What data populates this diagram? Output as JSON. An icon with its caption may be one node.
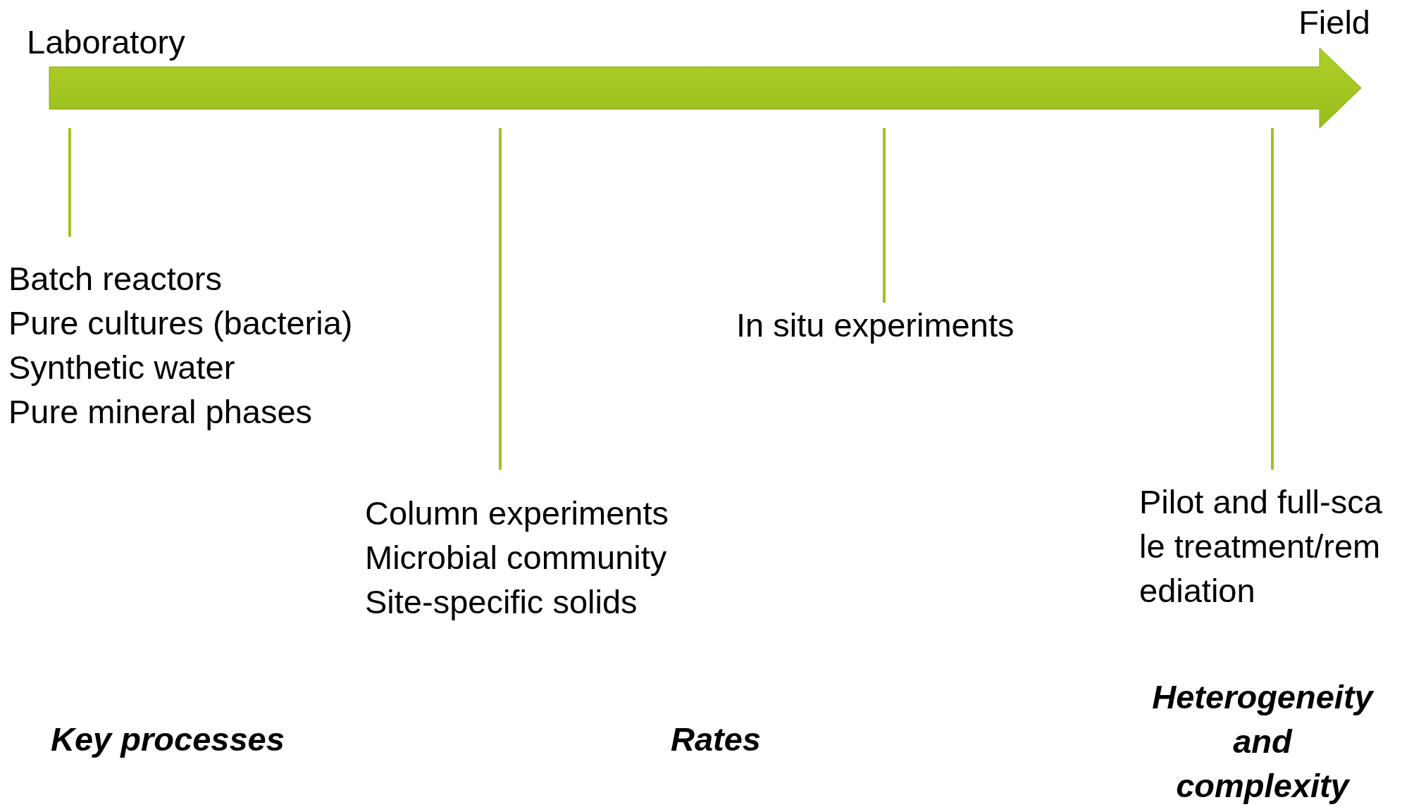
{
  "diagram": {
    "nodes": [
      {
        "text": [
          "Batch reactors",
          "Pure cultures (bacteria)",
          "Synthetic water",
          "Pure mineral phases"
        ]
      },
      {
        "text": [
          "Column experiments",
          "Microbial community",
          "Site-specific solids"
        ]
      },
      {
        "text": [
          "In situ experiments"
        ]
      },
      {
        "text": [
          "Pilot and full-scale treatment/remediation"
        ]
      }
    ],
    "edges": [
      {
        "from": 0,
        "to": null,
        "arrow": "none"
      },
      {
        "from": 1,
        "to": null,
        "arrow": "none"
      },
      {
        "from": 2,
        "to": null,
        "arrow": "none"
      },
      {
        "from": 3,
        "to": null,
        "arrow": "none"
      }
    ],
    "labels": [
      "Laboratory",
      "Field",
      "Key processes",
      "Rates",
      "Heterogeneity and complexity"
    ]
  }
}
